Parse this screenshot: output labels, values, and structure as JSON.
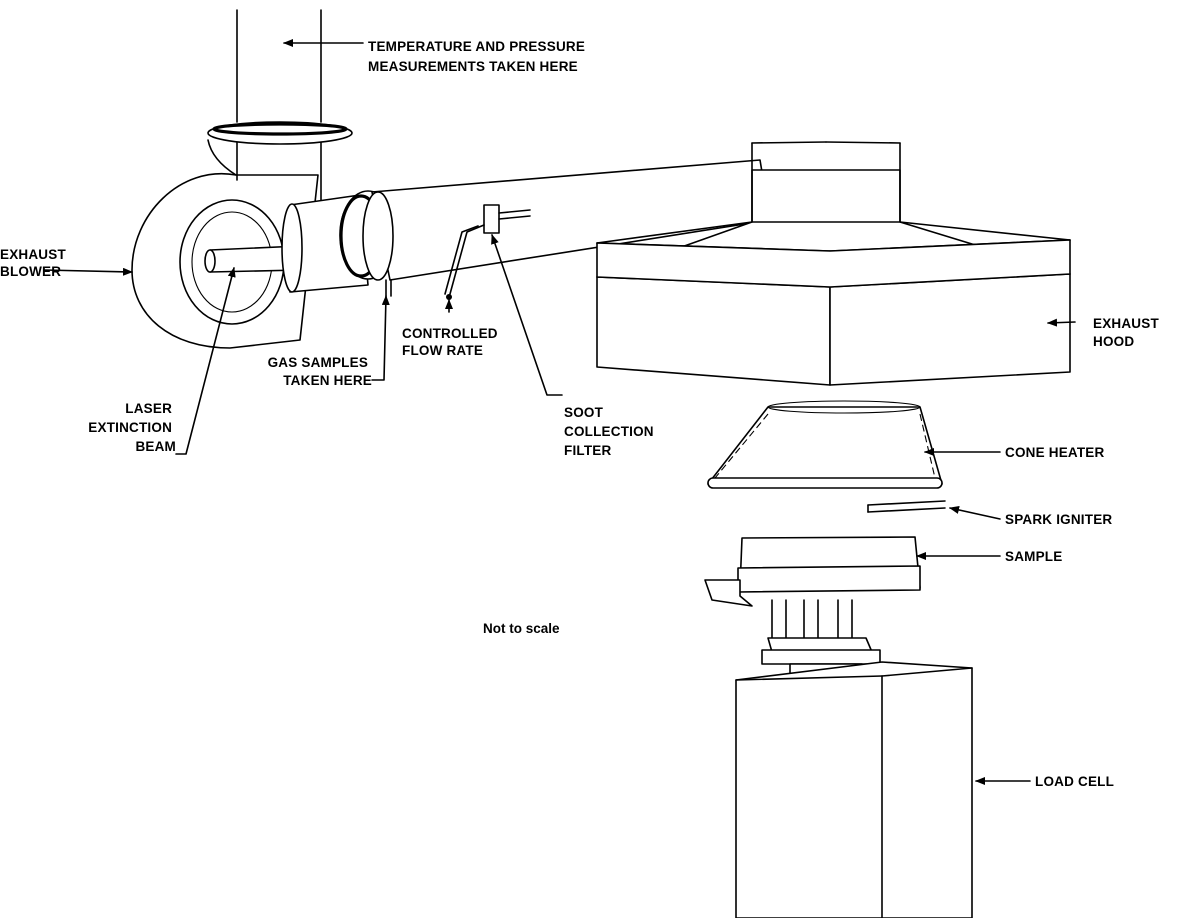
{
  "labels": {
    "temp_pressure": [
      "TEMPERATURE AND PRESSURE",
      "MEASUREMENTS TAKEN HERE"
    ],
    "exhaust_blower": [
      "EXHAUST",
      "BLOWER"
    ],
    "laser_beam": [
      "LASER",
      "EXTINCTION",
      "BEAM"
    ],
    "gas_samples": [
      "GAS SAMPLES",
      "TAKEN HERE"
    ],
    "controlled_flow": [
      "CONTROLLED",
      "FLOW RATE"
    ],
    "soot_filter": [
      "SOOT",
      "COLLECTION",
      "FILTER"
    ],
    "exhaust_hood": [
      "EXHAUST",
      "HOOD"
    ],
    "cone_heater": "CONE HEATER",
    "spark_igniter": "SPARK IGNITER",
    "sample": "SAMPLE",
    "load_cell": "LOAD CELL"
  },
  "note": "Not to scale"
}
